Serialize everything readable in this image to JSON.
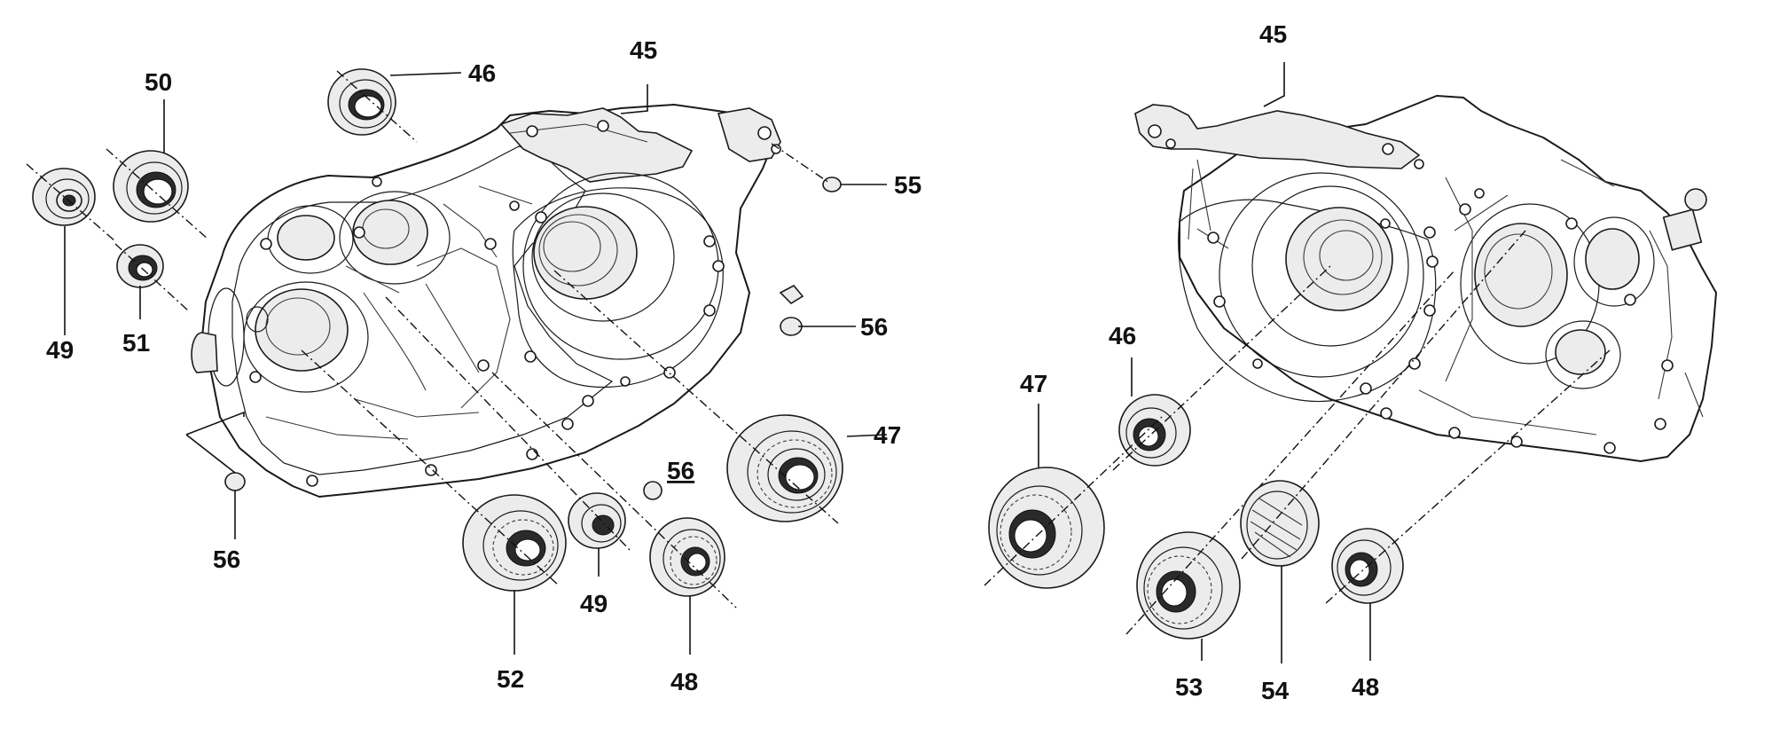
{
  "diagram": {
    "left_view": {
      "callouts": {
        "c45": "45",
        "c46": "46",
        "c47": "47",
        "c48": "48",
        "c49a": "49",
        "c49b": "49",
        "c50": "50",
        "c51": "51",
        "c52": "52",
        "c55": "55",
        "c56a": "56",
        "c56b": "56",
        "c56c": "56"
      }
    },
    "right_view": {
      "callouts": {
        "c45": "45",
        "c46": "46",
        "c47": "47",
        "c48": "48",
        "c53": "53",
        "c54": "54"
      }
    }
  }
}
